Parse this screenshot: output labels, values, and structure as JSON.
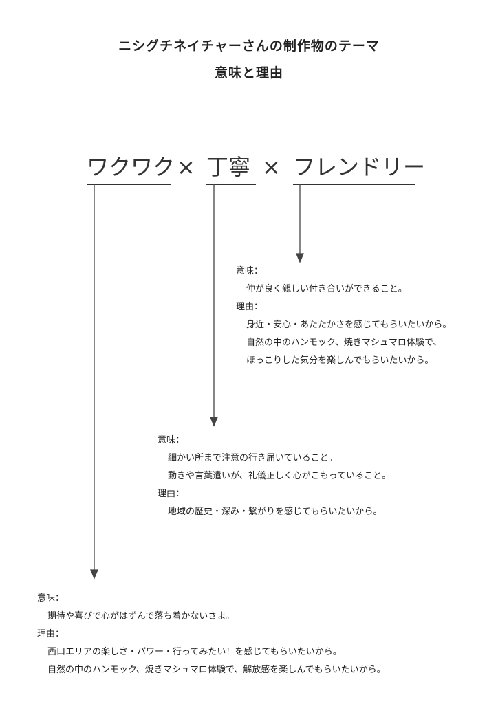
{
  "title": {
    "line1": "ニシグチネイチャーさんの制作物のテーマ",
    "line2": "意味と理由"
  },
  "theme": {
    "word1": "ワクワク",
    "times1": "×",
    "word2": "丁寧",
    "times2": "×",
    "word3": "フレンドリー"
  },
  "friendly": {
    "meaning_label": "意味：",
    "meaning": [
      "仲が良く親しい付き合いができること。"
    ],
    "reason_label": "理由：",
    "reason": [
      "身近・安心・あたたかさを感じてもらいたいから。",
      "自然の中のハンモック、焼きマシュマロ体験で、",
      "ほっこりした気分を楽しんでもらいたいから。"
    ]
  },
  "teinei": {
    "meaning_label": "意味：",
    "meaning": [
      "細かい所まで注意の行き届いていること。",
      "動きや言葉遣いが、礼儀正しく心がこもっていること。"
    ],
    "reason_label": "理由：",
    "reason": [
      "地域の歴史・深み・繋がりを感じてもらいたいから。"
    ]
  },
  "wakuwaku": {
    "meaning_label": "意味：",
    "meaning": [
      "期待や喜びで心がはずんで落ち着かないさま。"
    ],
    "reason_label": "理由：",
    "reason": [
      "西口エリアの楽しさ・パワー・行ってみたい！を感じてもらいたいから。",
      "自然の中のハンモック、焼きマシュマロ体験で、解放感を楽しんでもらいたいから。"
    ]
  }
}
